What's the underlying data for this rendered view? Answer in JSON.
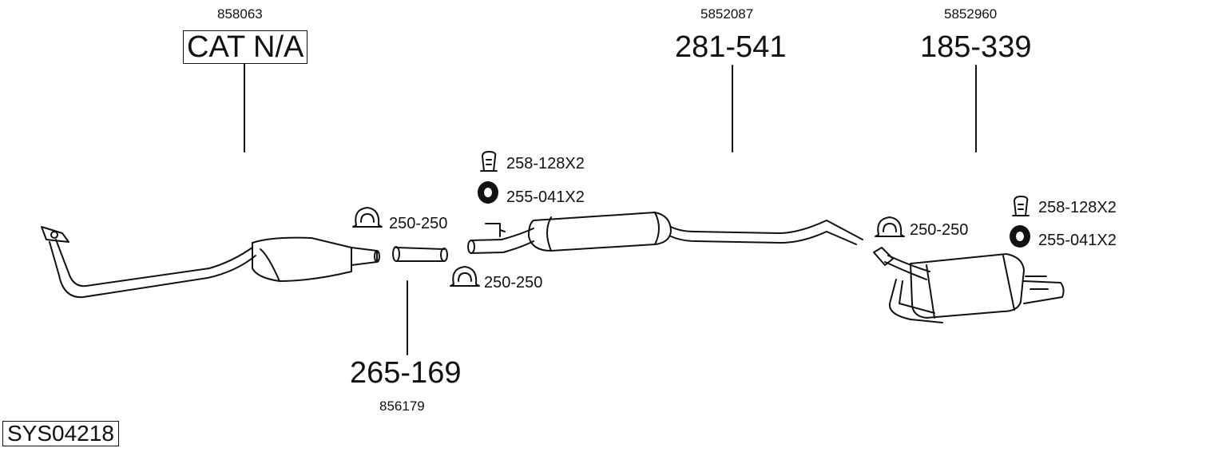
{
  "diagram": {
    "system_code": "SYS04218",
    "parts": [
      {
        "oem": "858063",
        "part_no": "CAT N/A"
      },
      {
        "oem": "856179",
        "part_no": "265-169"
      },
      {
        "oem": "5852087",
        "part_no": "281-541"
      },
      {
        "oem": "5852960",
        "part_no": "185-339"
      }
    ],
    "accessories": [
      {
        "code": "250-250",
        "icon": "clamp-icon"
      },
      {
        "code": "250-250",
        "icon": "clamp-icon"
      },
      {
        "code": "258-128X2",
        "icon": "bracket-icon"
      },
      {
        "code": "255-041X2",
        "icon": "rubber-hanger-icon"
      },
      {
        "code": "250-250",
        "icon": "clamp-icon"
      },
      {
        "code": "258-128X2",
        "icon": "bracket-icon"
      },
      {
        "code": "255-041X2",
        "icon": "rubber-hanger-icon"
      }
    ]
  }
}
